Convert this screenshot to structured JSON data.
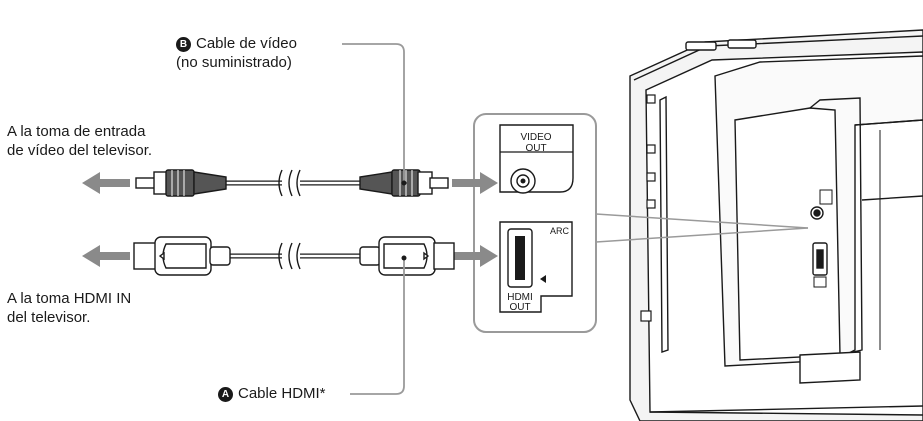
{
  "labels": {
    "video_cable_badge": "B",
    "video_cable_name": "Cable de vídeo",
    "video_cable_note": "(no suministrado)",
    "video_target_line1": "A la toma de entrada",
    "video_target_line2": "de vídeo del televisor.",
    "hdmi_target_line1": "A la toma HDMI IN",
    "hdmi_target_line2": "del televisor.",
    "hdmi_cable_badge": "A",
    "hdmi_cable_name": "Cable HDMI*"
  },
  "ports": {
    "video_out_line1": "VIDEO",
    "video_out_line2": "OUT",
    "hdmi_arc": "ARC",
    "hdmi_out_line1": "HDMI",
    "hdmi_out_line2": "OUT"
  },
  "colors": {
    "arrow": "#8a8a8a",
    "panel_border": "#9a9a9a",
    "ink": "#1a1a1a",
    "cable_shadow": "#555555"
  }
}
